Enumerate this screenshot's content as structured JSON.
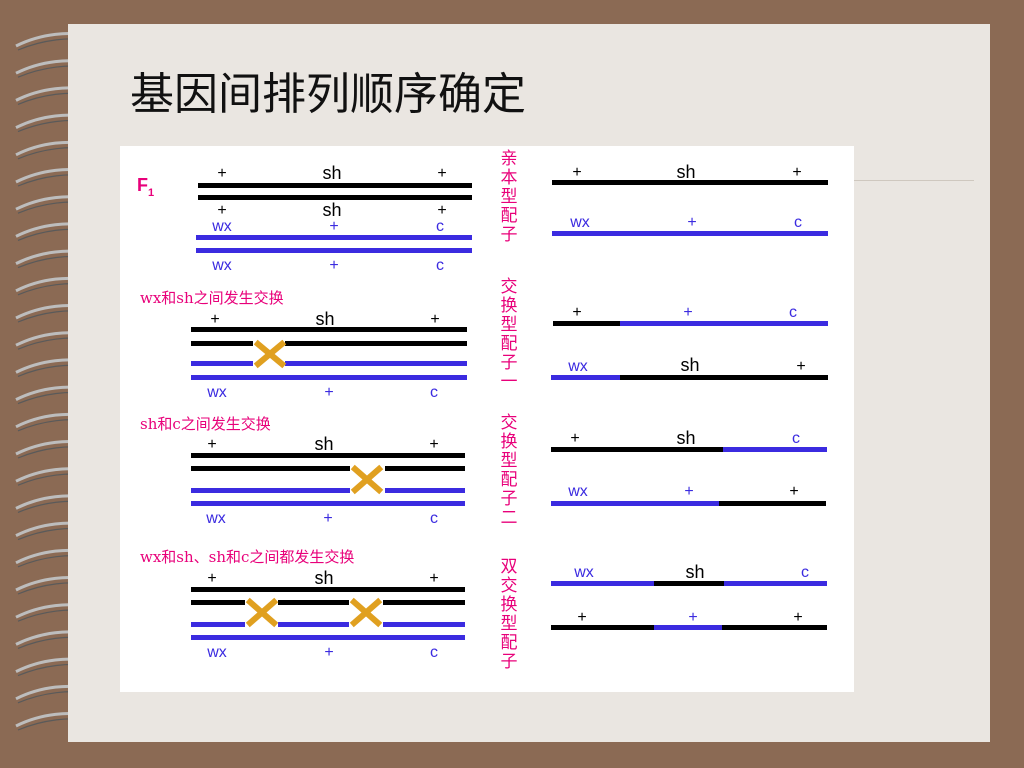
{
  "slide": {
    "title": "基因间排列顺序确定"
  },
  "figure": {
    "f1_label": "F",
    "f1_sub": "1",
    "top_rows": [
      [
        "+",
        "sh",
        "+"
      ],
      [
        "+",
        "sh",
        "+"
      ],
      [
        "wx",
        "+",
        "c"
      ],
      [
        "wx",
        "+",
        "c"
      ]
    ],
    "cases": [
      {
        "caption": "wx和sh之间发生交换",
        "top": [
          "+",
          "sh",
          "+"
        ],
        "bottom": [
          "wx",
          "+",
          "c"
        ]
      },
      {
        "caption": "sh和c之间发生交换",
        "top": [
          "+",
          "sh",
          "+"
        ],
        "bottom": [
          "wx",
          "+",
          "c"
        ]
      },
      {
        "caption": "wx和sh、sh和c之间都发生交换",
        "top": [
          "+",
          "sh",
          "+"
        ],
        "bottom": [
          "wx",
          "+",
          "c"
        ]
      }
    ],
    "vertical_labels": [
      "亲本型配子",
      "交换型配子一",
      "交换型配子二",
      "双交换型配子"
    ],
    "gametes": [
      {
        "labels": [
          "+",
          "sh",
          "+"
        ]
      },
      {
        "labels": [
          "wx",
          "+",
          "c"
        ]
      },
      {
        "labels": [
          "+",
          "+",
          "c"
        ]
      },
      {
        "labels": [
          "wx",
          "sh",
          "+"
        ]
      },
      {
        "labels": [
          "+",
          "sh",
          "c"
        ]
      },
      {
        "labels": [
          "wx",
          "+",
          "+"
        ]
      },
      {
        "labels": [
          "wx",
          "sh",
          "c"
        ]
      },
      {
        "labels": [
          "+",
          "+",
          "+"
        ]
      }
    ],
    "colors": {
      "black_chromosome": "#000000",
      "blue_chromosome": "#3B2BE0",
      "crossover_x": "#E0A020",
      "pink_text": "#E8007A"
    }
  }
}
